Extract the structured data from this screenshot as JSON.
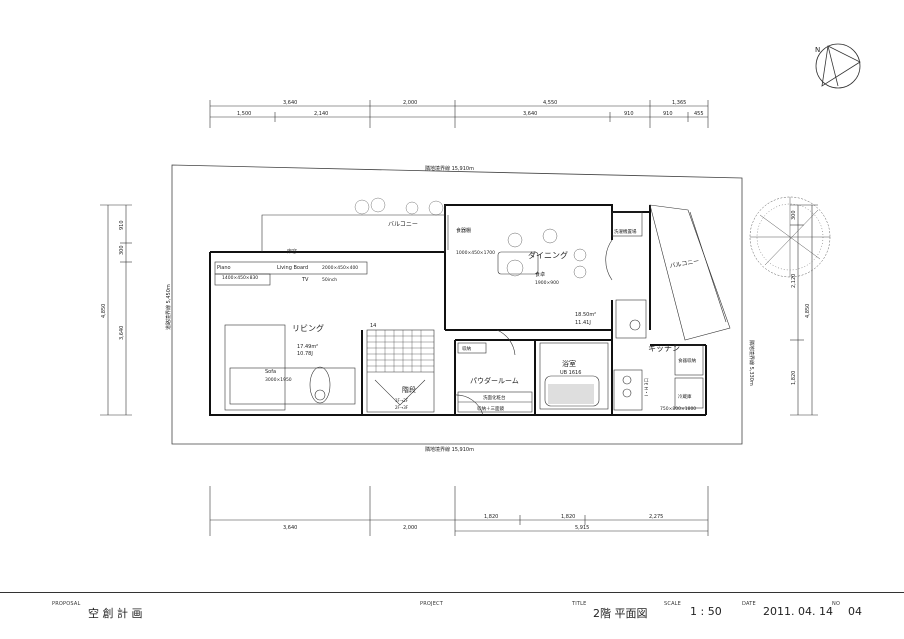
{
  "north_label": "N",
  "dimensions": {
    "top_total": [
      "3,640",
      "2,000",
      "4,550",
      "1,365"
    ],
    "top_sub": [
      "1,500",
      "2,140",
      "3,640",
      "910",
      "910",
      "455"
    ],
    "bottom_sub": [
      "1,820",
      "1,820",
      "2,275"
    ],
    "bottom_total": [
      "3,640",
      "2,000",
      "5,915"
    ],
    "left": [
      "910",
      "300",
      "3,640",
      "4,850"
    ],
    "right": [
      "300",
      "2,120",
      "4,850",
      "1,820"
    ]
  },
  "boundary": {
    "top": "隣地境界線 15,910m",
    "bottom": "隣地境界線 15,910m",
    "left": "道路境界線 5,450m",
    "right": "隣地境界線 5,330m"
  },
  "rooms": {
    "balcony_left": "バルコニー",
    "balcony_right": "バルコニー",
    "dining": "ダイニング",
    "living": "リビング",
    "living_area": "17.49m²",
    "living_jo": "10.78J",
    "kitchen": "キッチン",
    "dk_area": "18.50m²",
    "dk_jo": "11.41J",
    "powder": "パウダールーム",
    "bath": "浴室",
    "bath_ub": "UB 1616",
    "stair": "階段",
    "stair_note1": "1F→2F",
    "stair_note2": "2F→3F",
    "stair_no": "14"
  },
  "furniture": {
    "tokonoma": "床窓",
    "piano": "Piano",
    "piano_size": "1400×450×830",
    "living_board": "Living Board",
    "living_board_size": "2000×450×400",
    "tv": "TV",
    "tv_size": "50inch",
    "sofa": "Sofa",
    "sofa_size": "3000×1950",
    "shokkidana": "食器棚",
    "shokkidana_size": "1000×450×1700",
    "table": "食卓",
    "table_size": "1900×900",
    "laundry": "洗濯機置場",
    "shuno": "収納",
    "washbasin": "洗面化粧台",
    "shuno_mirror": "収納＋三面鏡",
    "dish_storage": "食器収納",
    "fridge": "冷蔵庫",
    "fridge_size": "750×800×1800",
    "ih": "I・H 3口"
  },
  "title_block": {
    "proposal_label": "PROPOSAL",
    "proposal": "空 創 計 画",
    "project_label": "PROJECT",
    "title_label": "TITLE",
    "title": "2階  平面図",
    "scale_label": "SCALE",
    "scale": "1 : 50",
    "date_label": "DATE",
    "date": "2011. 04. 14",
    "no_label": "NO",
    "no": "04"
  }
}
